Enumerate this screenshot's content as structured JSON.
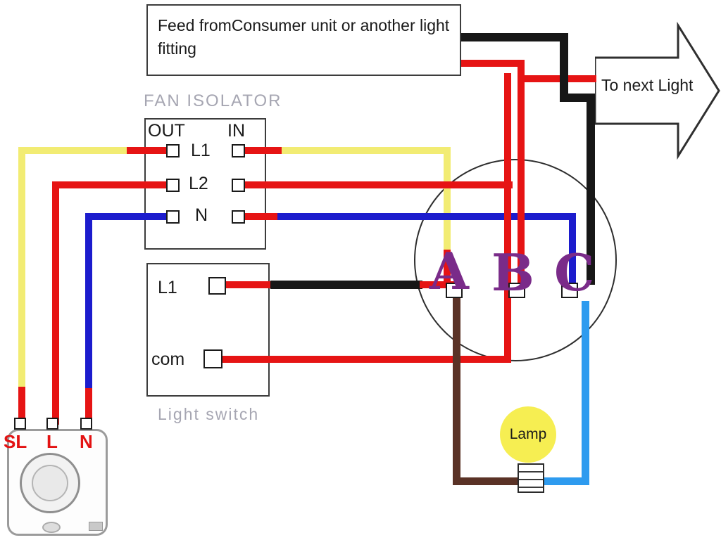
{
  "feed_box": {
    "text": "Feed fromConsumer unit or another light fitting"
  },
  "next_light_arrow": {
    "label": "To next Light"
  },
  "fan_isolator": {
    "title": "FAN ISOLATOR",
    "out_header": "OUT",
    "in_header": "IN",
    "rows": [
      {
        "label": "L1"
      },
      {
        "label": "L2"
      },
      {
        "label": "N"
      }
    ]
  },
  "light_switch": {
    "caption": "Light switch",
    "l1_label": "L1",
    "com_label": "com"
  },
  "ceiling_rose": {
    "terminal_a": "A",
    "terminal_b": "B",
    "terminal_c": "C"
  },
  "lamp": {
    "label": "Lamp"
  },
  "fan": {
    "sl_label": "SL",
    "l_label": "L",
    "n_label": "N"
  },
  "colors": {
    "live_red": "#e61414",
    "switched_yellow": "#f2ec73",
    "neutral_blue": "#1c1ccd",
    "feed_black": "#171717",
    "lamp_flex_brown": "#5a3226",
    "lamp_flex_blue": "#2e9bef",
    "rose_letter_purple": "#7a2b89",
    "caption_gray": "#a6a6b2",
    "fan_terminal_red": "#e31212",
    "lamp_yellow": "#f6ee52"
  }
}
